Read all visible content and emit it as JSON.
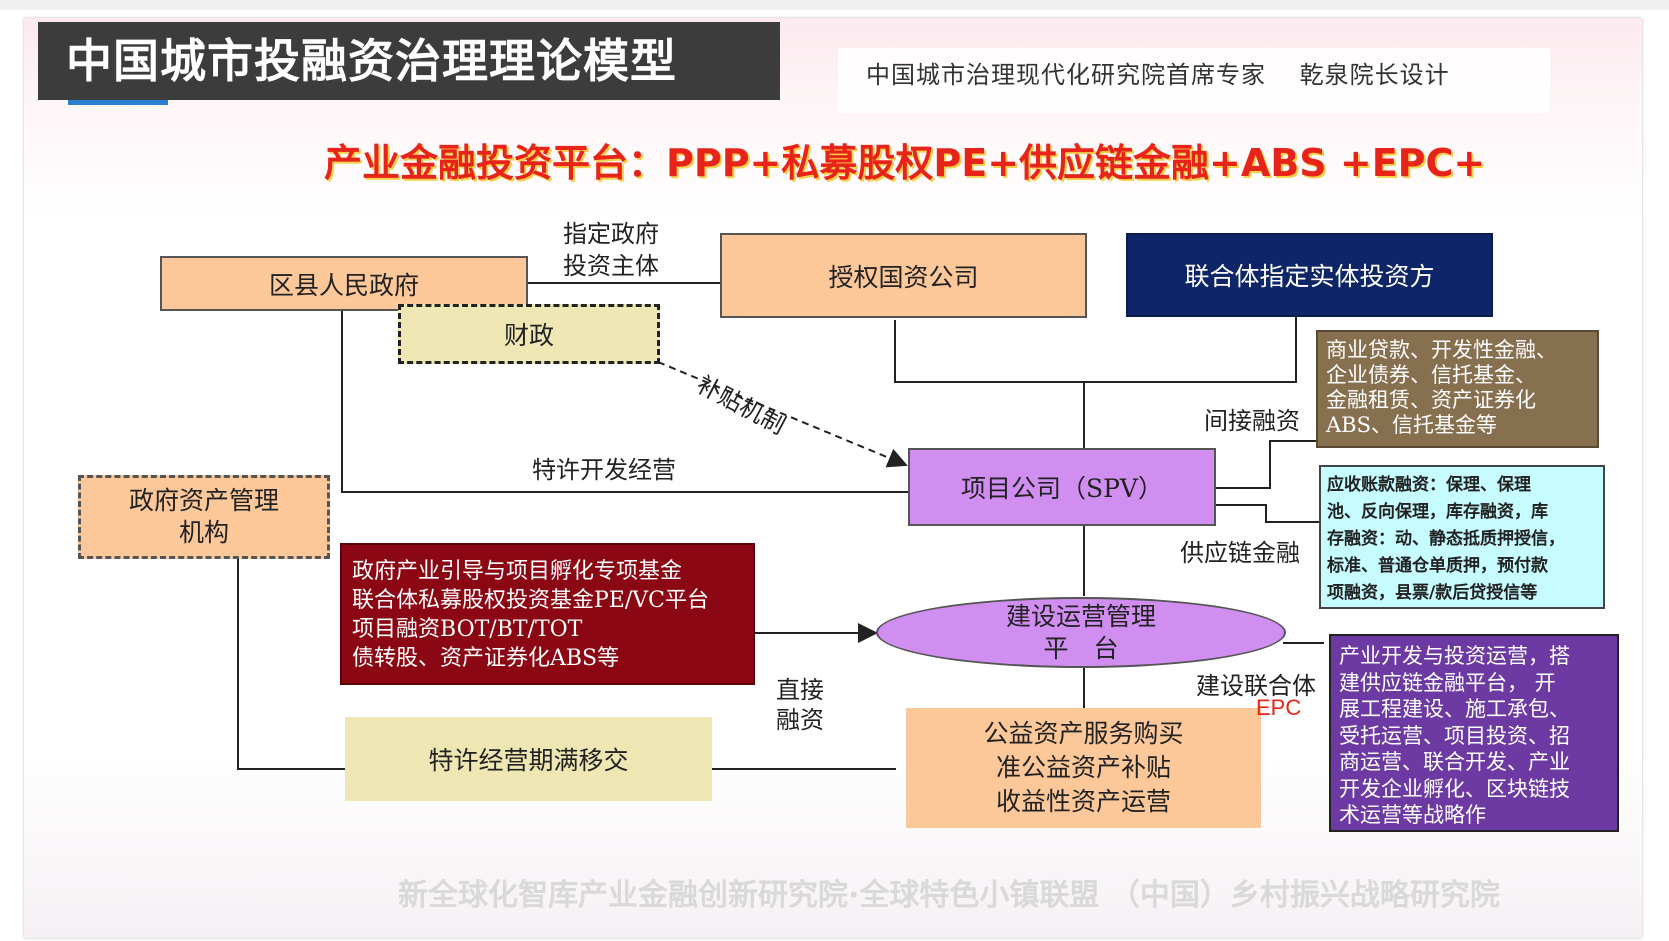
{
  "title": "中国城市投融资治理理论模型",
  "credit": "中国城市治理现代化研究院首席专家　 乾泉院长设计",
  "subtitle": "产业金融投资平台：PPP+私募股权PE+供应链金融+ABS +EPC+",
  "nodes": {
    "district_gov": "区县人民政府",
    "finance": "财政",
    "authorized_soe": "授权国资公司",
    "consortium_investor": "联合体指定实体投资方",
    "gov_asset_mgmt_line1": "政府资产管理",
    "gov_asset_mgmt_line2": "机构",
    "spv": "项目公司（SPV）",
    "platform_line1": "建设运营管理",
    "platform_line2": "平　台",
    "indirect_box": [
      "商业贷款、开发性金融、",
      "企业债券、信托基金、",
      "金融租赁、资产证券化",
      "ABS、信托基金等"
    ],
    "supply_box": [
      "应收账款融资：保理、保理",
      "池、反向保理，库存融资，库",
      "存融资：动、静态抵质押授信，",
      "标准、普通仓单质押，预付款",
      "项融资，县票/款后贷授信等"
    ],
    "fund_box": [
      "政府产业引导与项目孵化专项基金",
      "联合体私募股权投资基金PE/VC平台",
      "项目融资BOT/BT/TOT",
      "债转股、资产证券化ABS等"
    ],
    "transfer": "特许经营期满移交",
    "public_assets": [
      "公益资产服务购买",
      "准公益资产补贴",
      "收益性资产运营"
    ],
    "epc_box": [
      "产业开发与投资运营，搭",
      "建供应链金融平台，  开",
      "展工程建设、施工承包、",
      "受托运营、项目投资、招",
      "商运营、联合开发、产业",
      "开发企业孵化、区块链技",
      "术运营等战略作"
    ]
  },
  "labels": {
    "designated_line1": "指定政府",
    "designated_line2": "投资主体",
    "subsidy": "补贴机制",
    "franchise_dev": "特许开发经营",
    "indirect_financing": "间接融资",
    "supply_chain_finance": "供应链金融",
    "direct_line1": "直接",
    "direct_line2": "融资",
    "construction_consortium": "建设联合体",
    "epc": "EPC"
  },
  "footer": "新全球化智库产业金融创新研究院·全球特色小镇联盟 （中国）乡村振兴战略研究院",
  "colors": {
    "title_bg": "#3c3c3c",
    "subtitle": "#e8231a",
    "peach": "#fcc89a",
    "navy": "#0e2667",
    "violet": "#d08ef0",
    "brown": "#87704f",
    "cyan": "#c6fbff",
    "crimson": "#8b0714",
    "purple": "#6d3aa3",
    "cream": "#efe7b3",
    "epc": "#e8231a"
  }
}
